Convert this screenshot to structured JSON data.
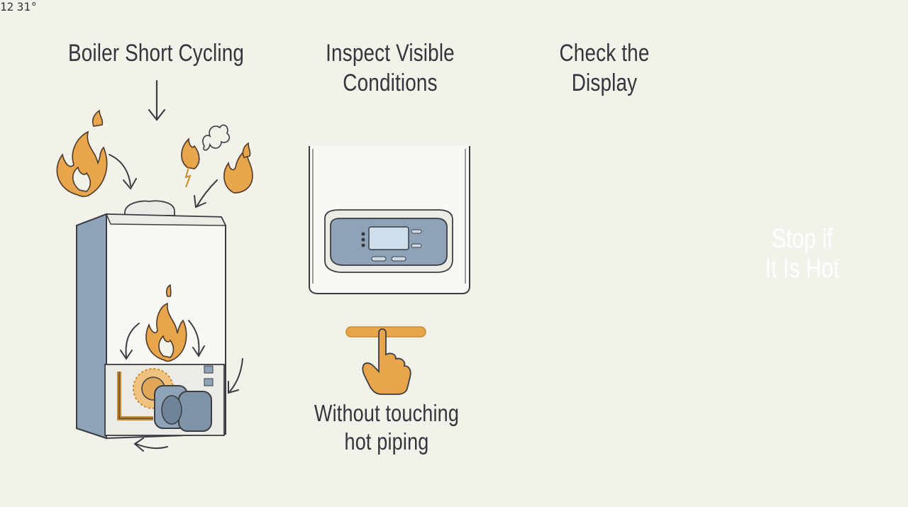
{
  "steps": {
    "step1_title": "Boiler Short Cycling",
    "step2_title_line1": "Inspect Visible",
    "step2_title_line2": "Conditions",
    "step3_title_line1": "Check the",
    "step3_title_line2": "Display",
    "caption_line1": "Without touching",
    "caption_line2": "hot piping"
  },
  "stop_sign": {
    "line1": "Stop if",
    "line2": "It Is Hot"
  },
  "display": {
    "reading_left": "12",
    "reading_right": "31°"
  },
  "colors": {
    "background": "#f2f1ea",
    "flame": "#e9a54c",
    "steel_blue": "#8fa3b8",
    "stop_red": "#d24f49",
    "ink": "#33363b"
  }
}
